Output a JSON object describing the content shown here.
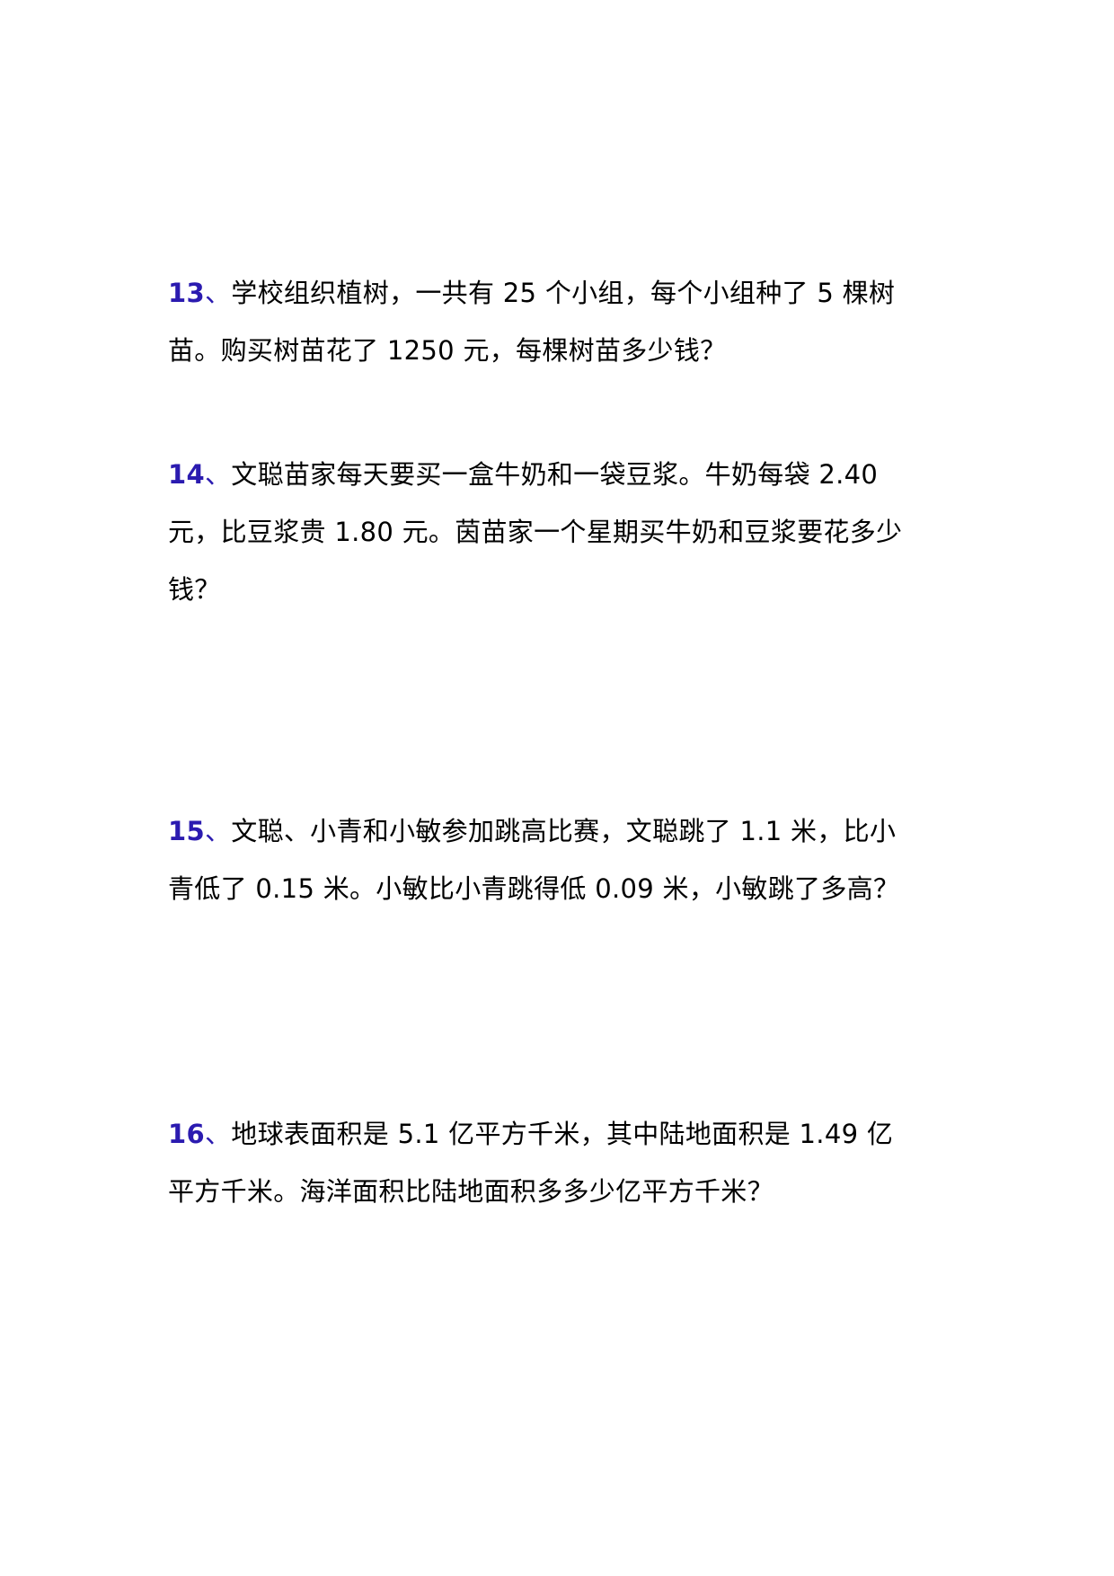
{
  "questions": [
    {
      "number": "13",
      "separator": "、",
      "lines": [
        "学校组织植树，一共有 25 个小组，每个小组种了 5 棵树",
        "苗。购买树苗花了 1250 元，每棵树苗多少钱？"
      ]
    },
    {
      "number": "14",
      "separator": "、",
      "lines": [
        "文聪苗家每天要买一盒牛奶和一袋豆浆。牛奶每袋 2.40",
        "元，比豆浆贵 1.80 元。茵苗家一个星期买牛奶和豆浆要花多少",
        "钱？"
      ]
    },
    {
      "number": "15",
      "separator": "、",
      "lines": [
        "文聪、小青和小敏参加跳高比赛，文聪跳了 1.1 米，比小",
        "青低了 0.15 米。小敏比小青跳得低 0.09 米，小敏跳了多高？"
      ]
    },
    {
      "number": "16",
      "separator": "、",
      "lines": [
        "地球表面积是 5.1 亿平方千米，其中陆地面积是 1.49 亿",
        "平方千米。海洋面积比陆地面积多多少亿平方千米？"
      ]
    }
  ],
  "colors": {
    "question_number": "#2b1bb0",
    "text": "#000000"
  }
}
